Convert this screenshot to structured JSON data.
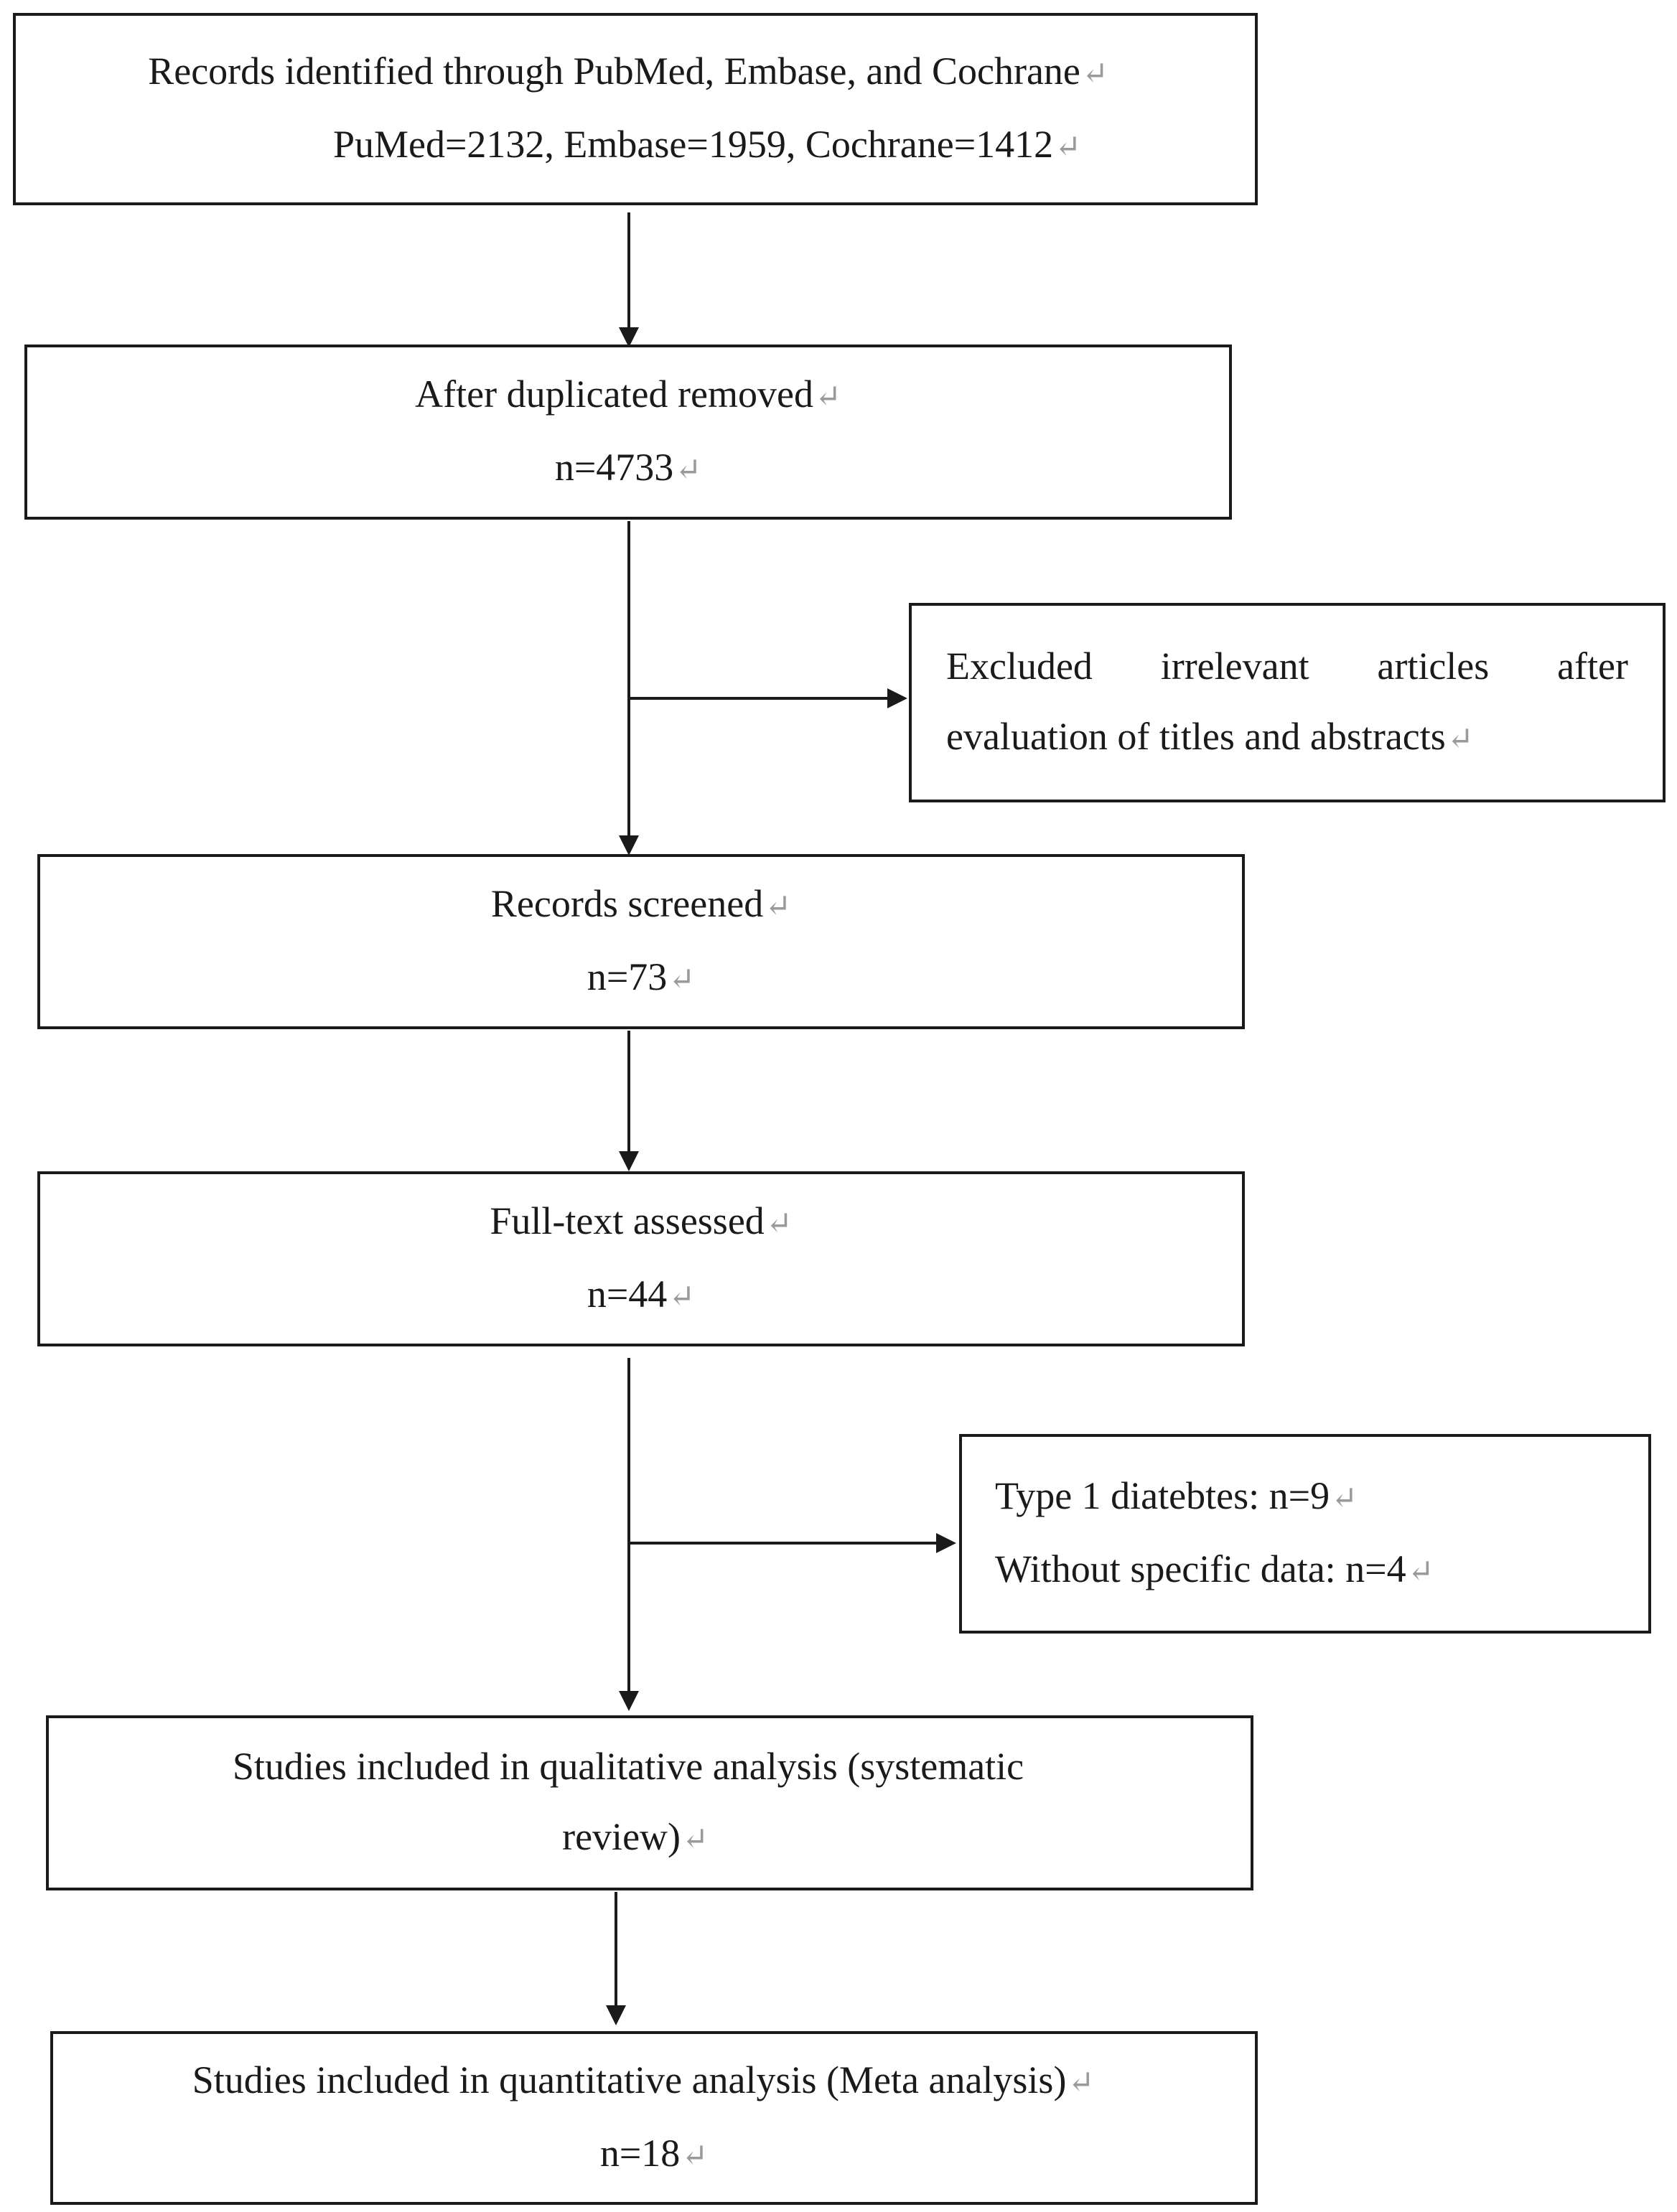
{
  "flow": {
    "identified": {
      "line1": "Records identified through PubMed, Embase, and Cochrane",
      "line2": "PuMed=2132, Embase=1959, Cochrane=1412"
    },
    "dedup": {
      "line1": "After duplicated removed",
      "line2": "n=4733"
    },
    "excluded_titles": {
      "line1": "Excluded irrelevant articles after",
      "line2": "evaluation of titles and abstracts"
    },
    "screened": {
      "line1": "Records screened",
      "line2": "n=73"
    },
    "fulltext": {
      "line1": "Full-text assessed",
      "line2": "n=44"
    },
    "excluded_fulltext": {
      "line1": "Type 1 diatebtes: n=9",
      "line2": "Without specific data: n=4"
    },
    "qualitative": {
      "line1": "Studies included in qualitative analysis (systematic",
      "line2": "review)"
    },
    "quantitative": {
      "line1": "Studies included in quantitative analysis (Meta analysis)",
      "line2": "n=18"
    }
  },
  "paragraph_mark": "↵"
}
